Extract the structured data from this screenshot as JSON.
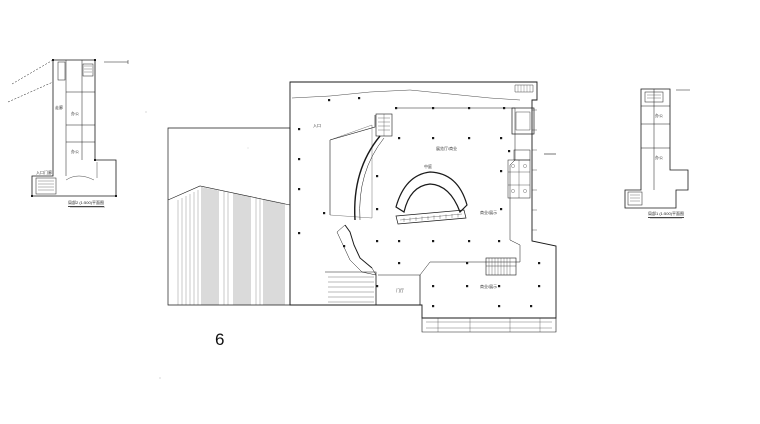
{
  "sheet": {
    "number": "6"
  },
  "left_plan": {
    "caption": "局部2 (1:500)平面图",
    "entrance_label": "入口门廊",
    "room_a": "办公",
    "room_b": "办公",
    "corridor": "走廊"
  },
  "right_plan": {
    "caption": "局部1 (1:500)平面图",
    "room_a": "办公",
    "room_b": "办公"
  },
  "main_plan": {
    "hall_north": "展览厅/商业",
    "hall_center": "中庭",
    "hall_east": "商业/展示",
    "hall_south": "商业/展示",
    "lobby": "门厅",
    "side_label": "入口"
  },
  "colors": {
    "line": "#1a1a1a",
    "paper": "#ffffff",
    "hatch": "#2a2a2a"
  }
}
